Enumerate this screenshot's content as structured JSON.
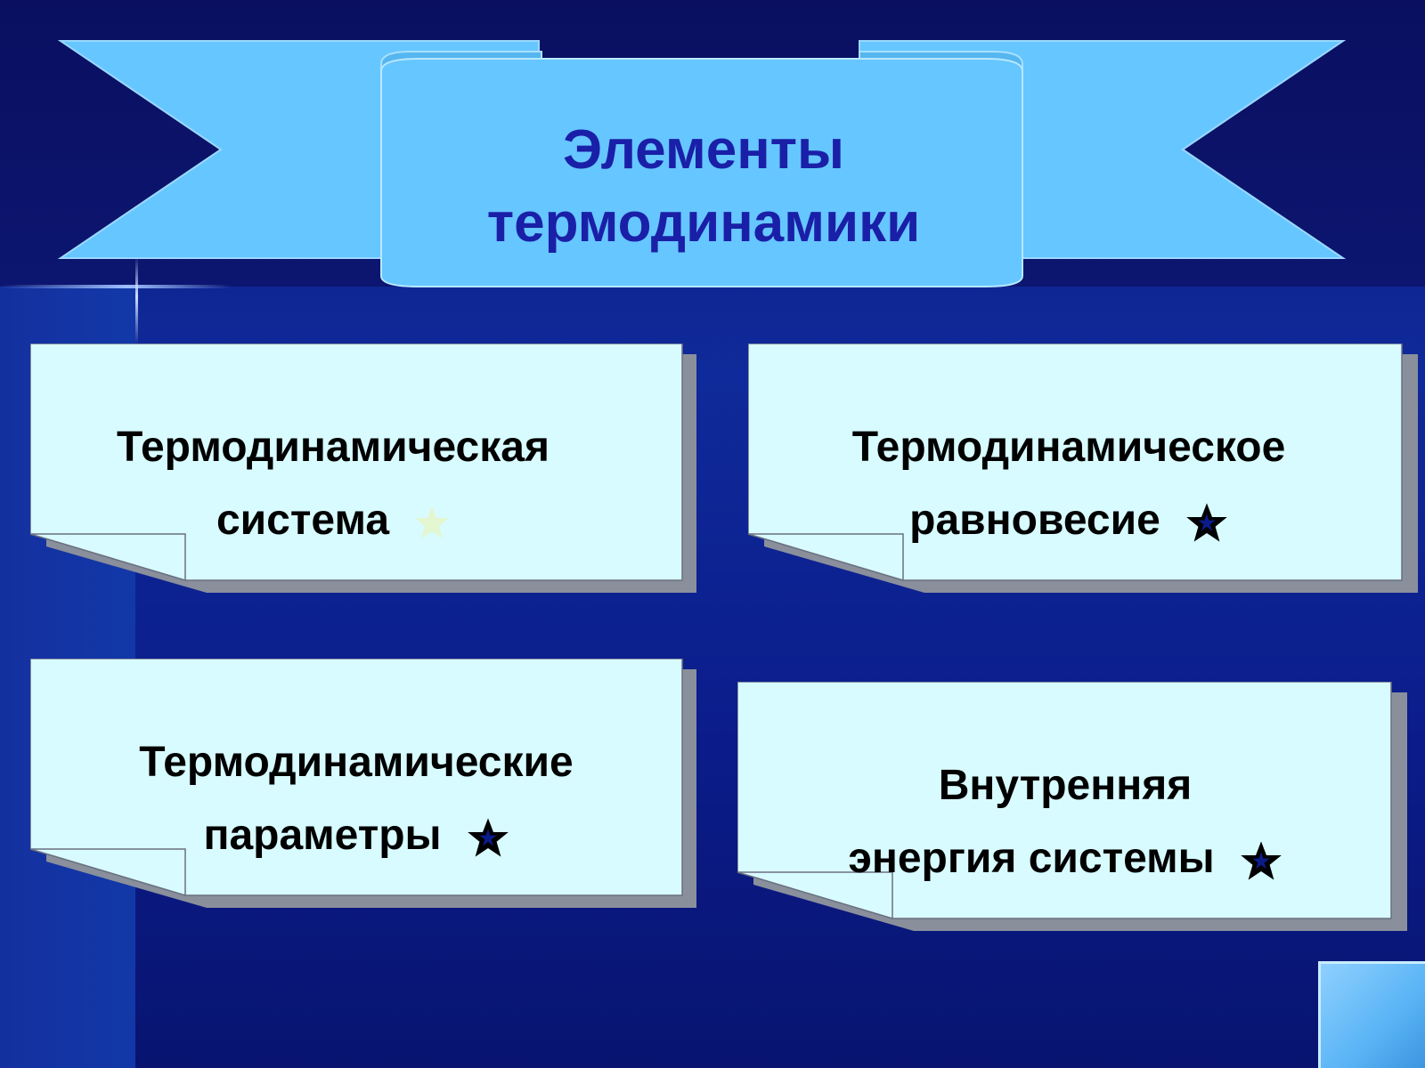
{
  "slide": {
    "title_lines": [
      "Элементы",
      "термодинамики"
    ],
    "cards": [
      {
        "lines": [
          "Термодинамическая",
          "система"
        ],
        "star": "faint-yellow-star-icon"
      },
      {
        "lines": [
          "Термодинамическое",
          "равновесие"
        ],
        "star": "black-star-icon"
      },
      {
        "lines": [
          "Термодинамические",
          "параметры"
        ],
        "star": "black-star-icon"
      },
      {
        "lines": [
          "Внутренняя",
          "энергия системы"
        ],
        "star": "black-star-icon"
      }
    ]
  },
  "colors": {
    "background": "#0f2a9a",
    "banner": "#66c6ff",
    "title_text": "#1a1fa8",
    "card": "#d8fbff",
    "card_shadow": "#8a8f9c"
  }
}
